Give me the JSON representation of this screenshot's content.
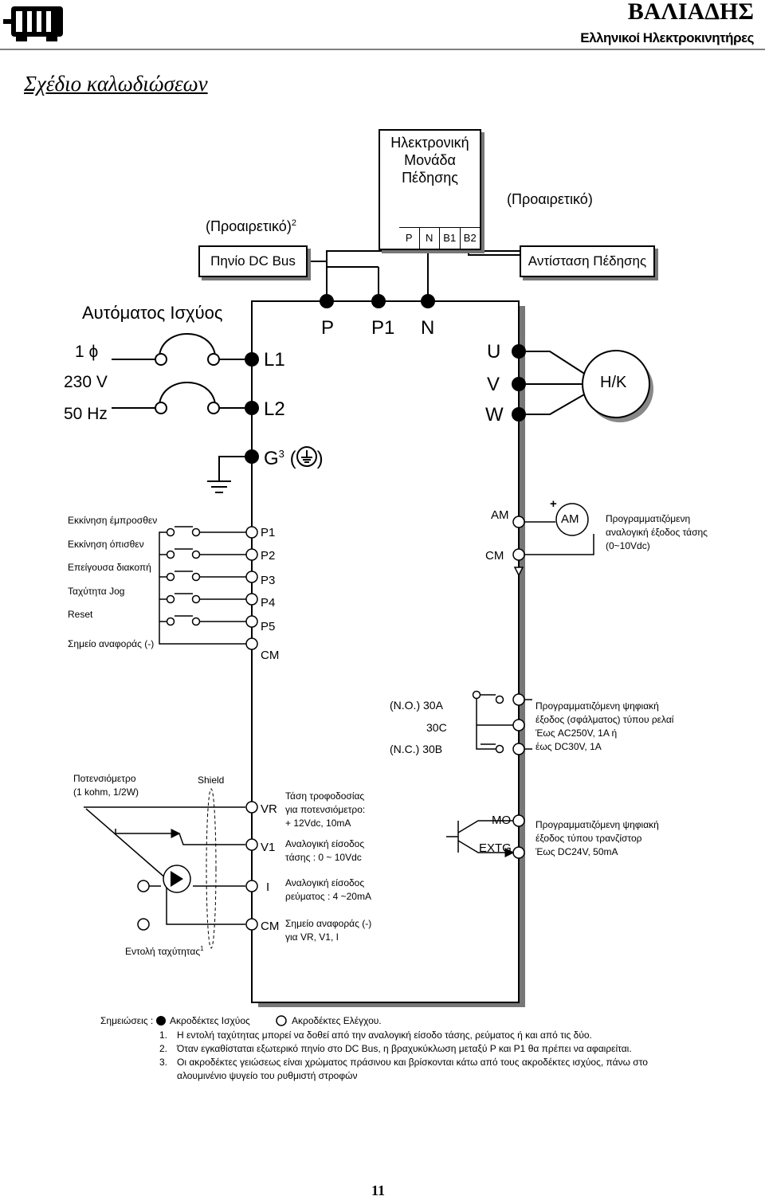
{
  "header": {
    "brand": "ΒΑΛΙΑΔΗΣ",
    "subtitle": "Ελληνικοί Ηλεκτροκινητήρες",
    "logo_icon": "motor-logo-icon"
  },
  "page_title": "Σχέδιο καλωδιώσεων",
  "brake_unit": {
    "title_lines": [
      "Ηλεκτρονική",
      "Μονάδα",
      "Πέδησης"
    ],
    "terminals": [
      "P",
      "N",
      "B1",
      "B2"
    ]
  },
  "optional_1": "(Προαιρετικό)",
  "optional_2": "(Προαιρετικό)",
  "optional_2_sup": "2",
  "dc_bus": "Πηνίο DC Bus",
  "brake_resistor": "Αντίσταση Πέδησης",
  "breaker": "Αυτόματος Ισχύος",
  "supply": {
    "phase": "1 ϕ",
    "voltage": "230 V",
    "freq": "50 Hz"
  },
  "power_terminals": {
    "l1": "L1",
    "l2": "L2",
    "p": "P",
    "p1": "P1",
    "n": "N",
    "u": "U",
    "v": "V",
    "w": "W",
    "g": "G",
    "g_sup": "3",
    "g_paren_open": "(",
    "g_paren_close": ")"
  },
  "motor": "H/K",
  "inputs": {
    "labels": [
      "Εκκίνηση έμπροσθεν",
      "Εκκίνηση όπισθεν",
      "Επείγουσα διακοπή",
      "Ταχύτητα Jog",
      "Reset"
    ],
    "terminals": [
      "P1",
      "P2",
      "P3",
      "P4",
      "P5"
    ],
    "common_label": "Σημείο αναφοράς (-)",
    "common_terminal": "CM"
  },
  "analog_out": {
    "am": "AM",
    "cm": "CM",
    "meter": "AM",
    "plus": "+",
    "desc": [
      "Προγραμματιζόμενη",
      "αναλογική έξοδος τάσης",
      "(0~10Vdc)"
    ]
  },
  "relay": {
    "no": "(N.O.) 30A",
    "c": "30C",
    "nc": "(N.C.) 30B",
    "desc": [
      "Προγραμματιζόμενη ψηφιακή",
      "έξοδος (σφάλματος) τύπου ρελαί",
      "Έως AC250V, 1A ή",
      "έως DC30V, 1A"
    ]
  },
  "pot": {
    "label": [
      "Ποτενσιόμετρο",
      "(1 kohm, 1/2W)"
    ],
    "shield": "Shield",
    "vr": "VR",
    "v1": "V1",
    "i": "I",
    "cm": "CM",
    "vr_desc": [
      "Τάση τροφοδοσίας",
      "για ποτενσιόμετρο:",
      "+ 12Vdc, 10mA"
    ],
    "v1_desc": [
      "Αναλογική είσοδος",
      "τάσης : 0 ~ 10Vdc"
    ],
    "i_desc": [
      "Αναλογική είσοδος",
      "ρεύματος : 4 ~20mA"
    ],
    "cm_desc": [
      "Σημείο αναφοράς (-)",
      "για VR, V1, I"
    ],
    "speed_cmd": "Εντολή ταχύτητας",
    "speed_cmd_sup": "1"
  },
  "transistor": {
    "mo": "MO",
    "extg": "EXTG",
    "desc": [
      "Προγραμματιζόμενη ψηφιακή",
      "έξοδος τύπου τρανζίστορ",
      "Έως DC24V, 50mA"
    ]
  },
  "notes": {
    "label": "Σημειώσεις :",
    "power": "Ακροδέκτες Ισχύος",
    "control": "Ακροδέκτες Ελέγχου.",
    "items": [
      {
        "num": "1.",
        "text": "Η εντολή ταχύτητας μπορεί να δοθεί από την αναλογική είσοδο τάσης, ρεύματος ή και από τις δύο."
      },
      {
        "num": "2.",
        "text": "Όταν εγκαθίσταται εξωτερικό πηνίο στο DC Bus, η βραχυκύκλωση μεταξύ P και P1 θα πρέπει να αφαιρείται."
      },
      {
        "num": "3.",
        "text": "Οι ακροδέκτες γειώσεως είναι χρώματος πράσινου και βρίσκονται κάτω από τους ακροδέκτες ισχύος, πάνω στο"
      }
    ],
    "item3_cont": "αλουμινένιο ψυγείο του ρυθμιστή στροφών"
  },
  "page_number": "11"
}
